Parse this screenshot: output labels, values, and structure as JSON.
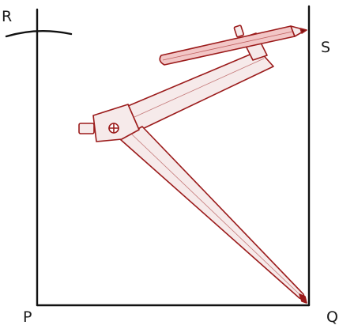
{
  "diagram": {
    "labels": {
      "R": "R",
      "S": "S",
      "P": "P",
      "Q": "Q"
    },
    "colors": {
      "line": "#111111",
      "compass_outline": "#9b1b1b",
      "compass_fill": "#f6eaea",
      "pencil_fill": "#f2c6c6",
      "pencil_lead": "#7a1010"
    },
    "icons": [
      "compass-icon",
      "pencil-icon",
      "hinge-screw-icon"
    ]
  }
}
